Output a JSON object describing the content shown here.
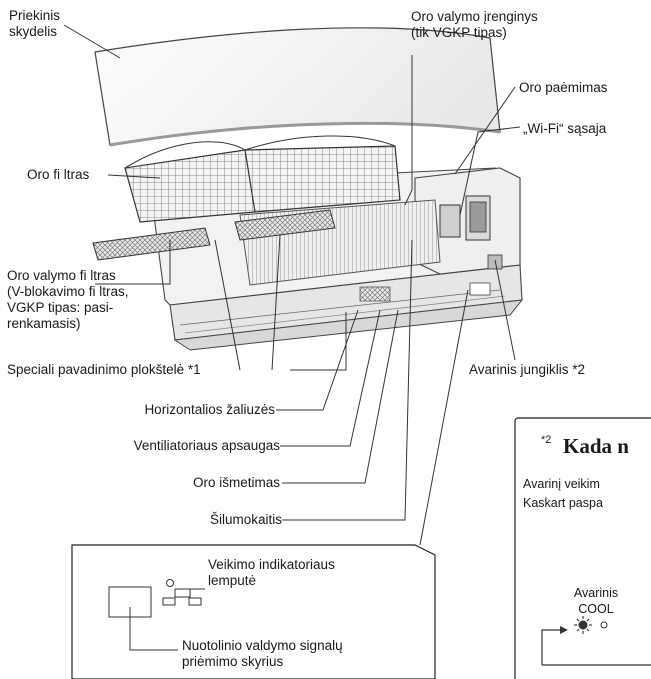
{
  "labels": {
    "front_panel": [
      "Priekinis",
      "skydelis"
    ],
    "air_cleaning_device": [
      "Oro valymo įrenginys",
      "(tik VGKP tipas)"
    ],
    "air_intake": "Oro paėmimas",
    "wifi_interface": "„Wi-Fi“ sąsaja",
    "air_filter": "Oro fi ltras",
    "air_cleaning_filter": [
      "Oro valymo fi ltras",
      "(V-blokavimo fi ltras,",
      "VGKP tipas: pasi-",
      "renkamasis)"
    ],
    "special_name_plate": "Speciali pavadinimo plokštelė *1",
    "emergency_switch": "Avarinis jungiklis *2",
    "horizontal_louvers": "Horizontalios žaliuzės",
    "fan_guard": "Ventiliatoriaus apsaugas",
    "air_outlet": "Oro išmetimas",
    "heat_exchanger": "Šilumokaitis",
    "operation_indicator_lamp": [
      "Veikimo indikatoriaus",
      "lemputė"
    ],
    "remote_signal_receiver": [
      "Nuotolinio valdymo signalų",
      "priėmimo skyrius"
    ]
  },
  "side_panel": {
    "superscript": "*2",
    "title": "Kada n",
    "line1": "Avarinį veikim",
    "line2": "Kaskart paspa",
    "mode_label1": "Avarinis",
    "mode_label2": "COOL"
  }
}
